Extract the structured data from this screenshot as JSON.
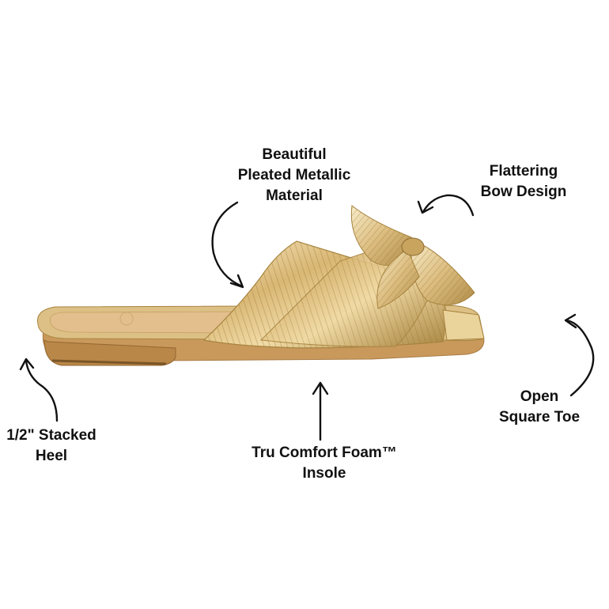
{
  "callouts": {
    "material": {
      "line1": "Beautiful",
      "line2": "Pleated Metallic",
      "line3": "Material"
    },
    "bow": {
      "line1": "Flattering",
      "line2": "Bow Design"
    },
    "toe": {
      "line1": "Open",
      "line2": "Square Toe"
    },
    "insole": {
      "line1": "Tru Comfort Foam™",
      "line2": "Insole"
    },
    "heel": {
      "line1": "1/2\" Stacked",
      "line2": "Heel"
    }
  },
  "colors": {
    "background": "#ffffff",
    "text": "#111111",
    "gold_light": "#f4e2b4",
    "gold_mid": "#d9b774",
    "gold_dark": "#a8843f",
    "sole_tan": "#c9995c",
    "insole_tan": "#e2bf8c"
  }
}
